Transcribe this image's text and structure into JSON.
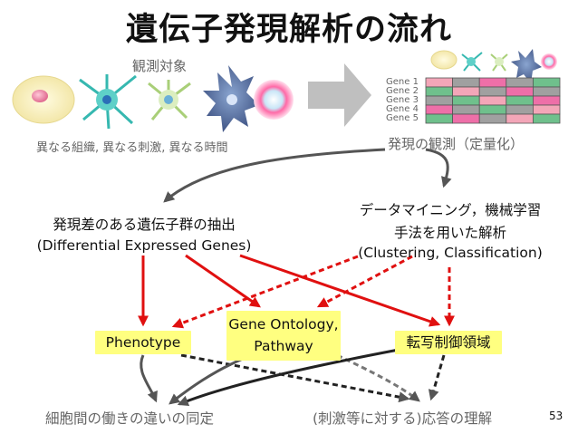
{
  "title": "遺伝子発現解析の流れ",
  "targets_label": "観測対象",
  "conditions_label": "異なる組織, 異なる刺激, 異なる時間",
  "observation_label": "発現の観測（定量化）",
  "genes": [
    "Gene 1",
    "Gene 2",
    "Gene 3",
    "Gene 4",
    "Gene 5"
  ],
  "heatmap_colors": [
    [
      "#f3a6b8",
      "#a0a0a0",
      "#ee6fa8",
      "#a0a0a0",
      "#6fc08c"
    ],
    [
      "#6fc08c",
      "#f3a6b8",
      "#a0a0a0",
      "#ee6fa8",
      "#a0a0a0"
    ],
    [
      "#a0a0a0",
      "#6fc08c",
      "#f3a6b8",
      "#6fc08c",
      "#ee6fa8"
    ],
    [
      "#ee6fa8",
      "#a0a0a0",
      "#6fc08c",
      "#a0a0a0",
      "#f3a6b8"
    ],
    [
      "#6fc08c",
      "#ee6fa8",
      "#a0a0a0",
      "#f3a6b8",
      "#6fc08c"
    ]
  ],
  "deg_line1": "発現差のある遺伝子群の抽出",
  "deg_line2": "(Differential Expressed Genes)",
  "mining_line1": "データマイニング，機械学習",
  "mining_line2": "手法を用いた解析",
  "mining_line3": "(Clustering, Classification)",
  "phenotype": "Phenotype",
  "go_line1": "Gene Ontology,",
  "go_line2": "Pathway",
  "tf_region": "転写制御領域",
  "bottom_left": "細胞間の働きの違いの同定",
  "bottom_right": "(刺激等に対する)応答の理解",
  "page_number": "53",
  "colors": {
    "red_arrow": "#e01010",
    "grey_arrow": "#555555",
    "highlight": "#ffff80"
  }
}
